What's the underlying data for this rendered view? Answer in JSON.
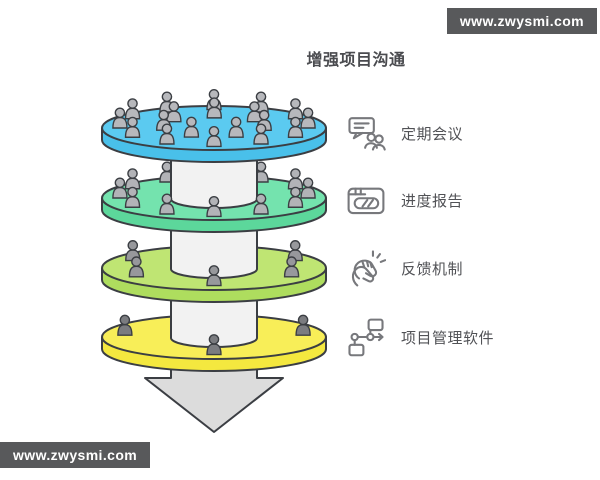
{
  "title": {
    "text": "增强项目沟通"
  },
  "watermarks": {
    "top_right": "www.zwysmi.com",
    "bottom_left": "www.zwysmi.com"
  },
  "colors": {
    "background": "#ffffff",
    "outline": "#3b3e43",
    "column": "#f2f2f2",
    "arrow": "#dcdcdc",
    "title_text": "#4a4b4f",
    "label_text": "#515256",
    "icon_stroke": "#77787c",
    "watermark_bg": "#58595b",
    "watermark_text": "#ffffff"
  },
  "funnel": {
    "layers": [
      {
        "id": "layer-1",
        "top_color": "#5bcaf0",
        "rim_color": "#49c0ea",
        "people_count": 19,
        "people_color": "#b7b8bc"
      },
      {
        "id": "layer-2",
        "top_color": "#74e3ae",
        "rim_color": "#5cd79b",
        "people_count": 12,
        "people_color": "#b2b3b7"
      },
      {
        "id": "layer-3",
        "top_color": "#bfe573",
        "rim_color": "#aedd5e",
        "people_count": 7,
        "people_color": "#97989c"
      },
      {
        "id": "layer-4",
        "top_color": "#f8ee58",
        "rim_color": "#f4e83f",
        "people_count": 3,
        "people_color": "#7b7c80"
      }
    ]
  },
  "legend": {
    "items": [
      {
        "icon": "meeting-chat-icon",
        "label": "定期会议"
      },
      {
        "icon": "progress-report-icon",
        "label": "进度报告"
      },
      {
        "icon": "clapping-hands-icon",
        "label": "反馈机制"
      },
      {
        "icon": "flowchart-icon",
        "label": "项目管理软件"
      }
    ]
  }
}
